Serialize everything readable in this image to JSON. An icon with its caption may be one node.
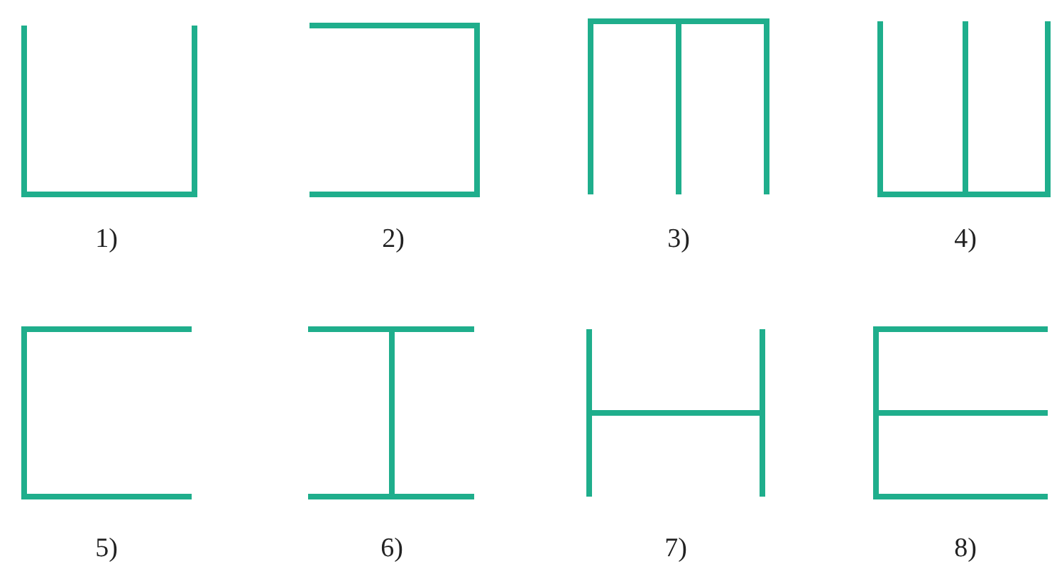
{
  "diagram": {
    "labels": [
      "1)",
      "2)",
      "3)",
      "4)",
      "5)",
      "6)",
      "7)",
      "8)"
    ]
  }
}
